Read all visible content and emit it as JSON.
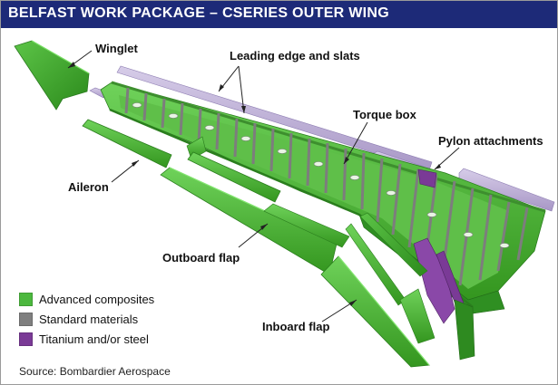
{
  "title": "BELFAST WORK PACKAGE – CSERIES OUTER WING",
  "labels": {
    "winglet": "Winglet",
    "leading_edge": "Leading edge and slats",
    "torque_box": "Torque box",
    "pylon": "Pylon attachments",
    "aileron": "Aileron",
    "outboard_flap": "Outboard flap",
    "inboard_flap": "Inboard flap"
  },
  "legend": [
    {
      "label": "Advanced composites",
      "color": "#4cb83e"
    },
    {
      "label": "Standard materials",
      "color": "#7f7f7f"
    },
    {
      "label": "Titanium and/or steel",
      "color": "#7a3a96"
    }
  ],
  "source": "Source: Bombardier Aerospace",
  "colors": {
    "header_bg": "#1d2a78",
    "composite": "#4cb83e",
    "composite_dark": "#2f8a26",
    "standard": "#7f7f7f",
    "titanium": "#7a3a96",
    "slat": "#bdb0d6"
  }
}
